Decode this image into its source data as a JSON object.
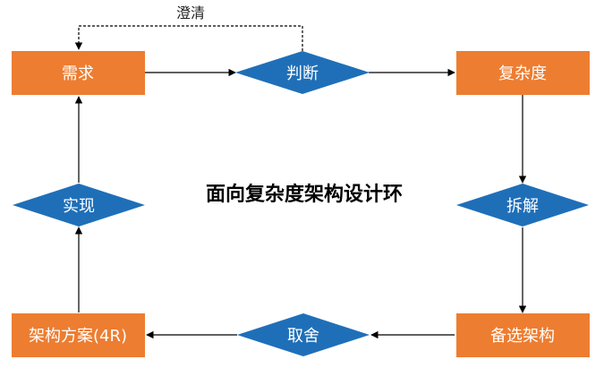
{
  "title": "面向复杂度架构设计环",
  "colors": {
    "box": "#ED7D31",
    "diamond": "#1F6FB8",
    "line": "#000000",
    "text_on_shape": "#ffffff"
  },
  "nodes": {
    "requirement": "需求",
    "judge": "判断",
    "complexity": "复杂度",
    "decompose": "拆解",
    "candidate": "备选架构",
    "choose": "取舍",
    "plan": "架构方案(4R)",
    "implement": "实现"
  },
  "feedback_label": "澄清"
}
